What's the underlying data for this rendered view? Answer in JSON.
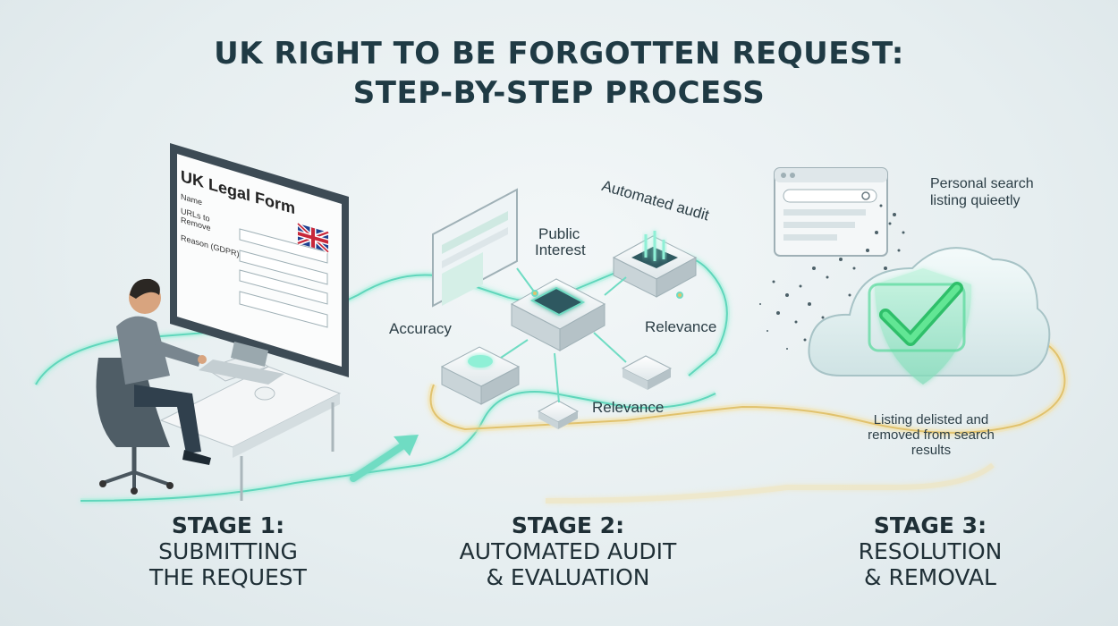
{
  "title": {
    "line1": "UK RIGHT TO BE FORGOTTEN REQUEST:",
    "line2": "STEP-BY-STEP PROCESS"
  },
  "form": {
    "heading": "UK Legal Form",
    "field_name": "Name",
    "field_urls_1": "URLs to",
    "field_urls_2": "Remove",
    "field_reason": "Reason (GDPR)",
    "flag": "uk-flag-icon"
  },
  "audit": {
    "heading": "Automated audit",
    "public_interest_1": "Public",
    "public_interest_2": "Interest",
    "accuracy": "Accuracy",
    "relevance_1": "Relevance",
    "relevance_2": "Relevance"
  },
  "resolution": {
    "note_top_1": "Personal search",
    "note_top_2": "listing quieetly",
    "note_bottom_1": "Listing delisted and",
    "note_bottom_2": "removed from search",
    "note_bottom_3": "results"
  },
  "stages": [
    {
      "number": "STAGE 1:",
      "line1": "SUBMITTING",
      "line2": "THE REQUEST"
    },
    {
      "number": "STAGE 2:",
      "line1": "AUTOMATED AUDIT",
      "line2": "& EVALUATION"
    },
    {
      "number": "STAGE 3:",
      "line1": "RESOLUTION",
      "line2": "& REMOVAL"
    }
  ],
  "colors": {
    "path_glow": "#7fe0c8",
    "path_gold": "#e8cf86",
    "check": "#3fcf7a",
    "title": "#1f3a44"
  }
}
